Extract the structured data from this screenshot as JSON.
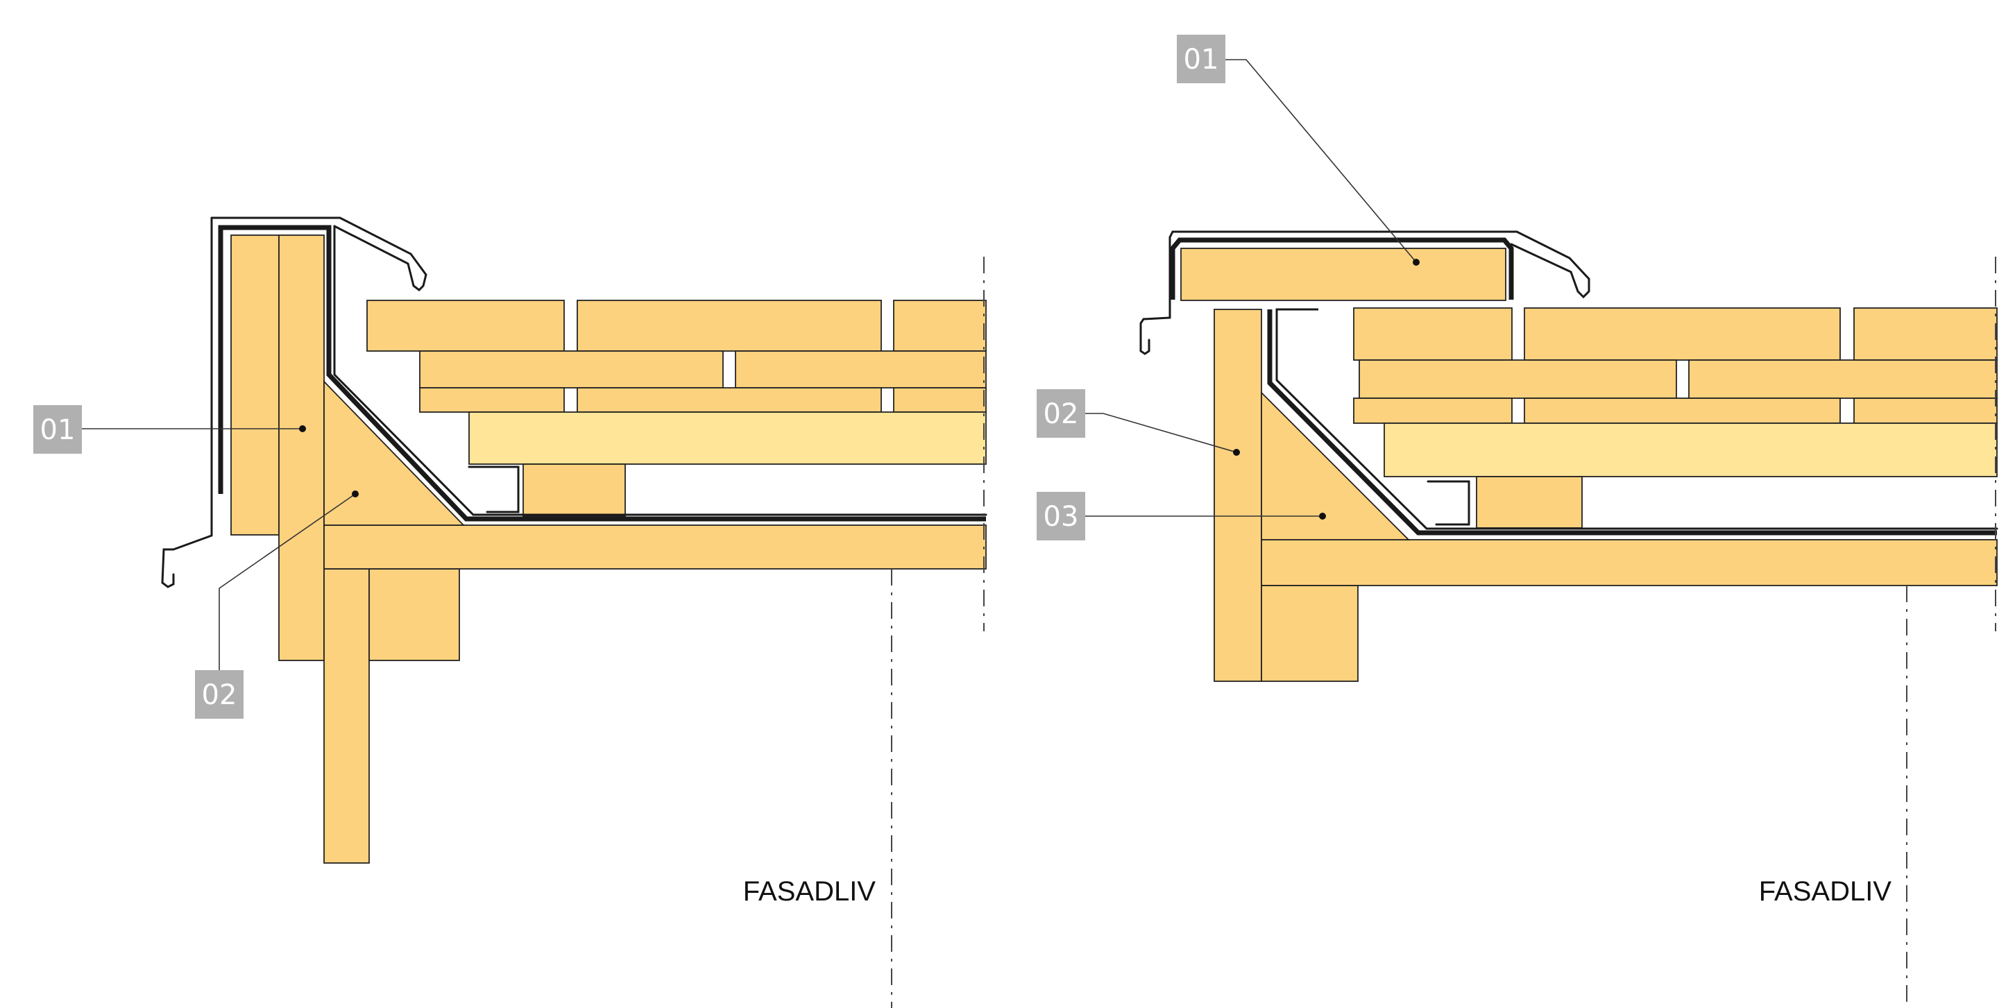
{
  "colors": {
    "timber": "#FDD27E",
    "timber_light": "#FFE597",
    "flashing": "#1A1A1A",
    "tag_background": "#B0B0B0",
    "tag_text": "#FFFFFF"
  },
  "left_detail": {
    "tags": [
      {
        "id": "01",
        "text": "01"
      },
      {
        "id": "02",
        "text": "02"
      }
    ],
    "facade_label": "FASADLIV"
  },
  "right_detail": {
    "tags": [
      {
        "id": "01",
        "text": "01"
      },
      {
        "id": "02",
        "text": "02"
      },
      {
        "id": "03",
        "text": "03"
      }
    ],
    "facade_label": "FASADLIV"
  }
}
